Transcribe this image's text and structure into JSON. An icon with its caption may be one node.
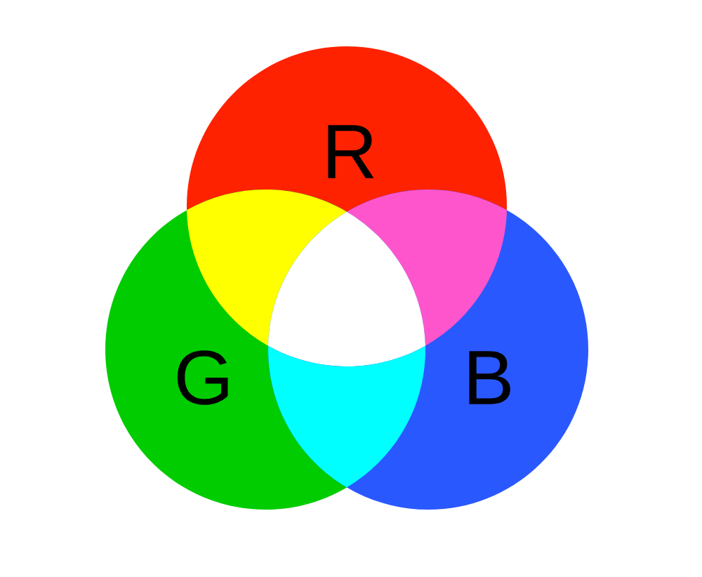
{
  "diagram": {
    "nodes": [
      {
        "text": [
          "R"
        ]
      },
      {
        "text": [
          "G"
        ]
      },
      {
        "text": [
          "B"
        ]
      },
      {
        "text": [],
        "shape": "lens"
      },
      {
        "text": [],
        "shape": "lens"
      },
      {
        "text": [],
        "shape": "triangle"
      },
      {
        "text": [],
        "shape": "lens"
      }
    ]
  }
}
